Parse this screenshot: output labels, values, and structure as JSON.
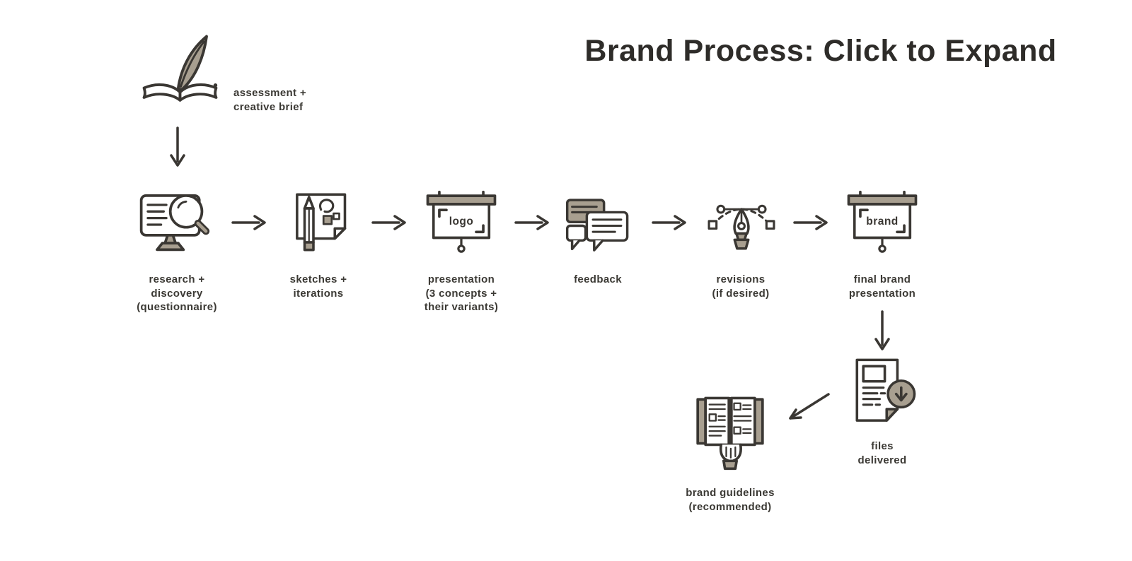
{
  "title": "Brand Process: Click to Expand",
  "colors": {
    "ink": "#3a3733",
    "tan": "#a89f90",
    "text": "#3b3934"
  },
  "steps": {
    "assessment": {
      "label": "assessment +\ncreative brief",
      "icon": "quill-book-icon"
    },
    "research": {
      "label": "research +\ndiscovery\n(questionnaire)",
      "icon": "computer-search-icon"
    },
    "sketches": {
      "label": "sketches +\niterations",
      "icon": "pencil-paper-icon"
    },
    "presentation": {
      "label": "presentation\n(3 concepts +\ntheir variants)",
      "icon": "projector-screen-icon",
      "screen_text": "logo"
    },
    "feedback": {
      "label": "feedback",
      "icon": "chat-bubbles-icon"
    },
    "revisions": {
      "label": "revisions\n(if desired)",
      "icon": "pen-tool-icon"
    },
    "final_presentation": {
      "label": "final brand\npresentation",
      "icon": "projector-screen-icon",
      "screen_text": "brand"
    },
    "files": {
      "label": "files\ndelivered",
      "icon": "document-download-icon"
    },
    "guidelines": {
      "label": "brand guidelines\n(recommended)",
      "icon": "open-book-hand-icon"
    }
  }
}
